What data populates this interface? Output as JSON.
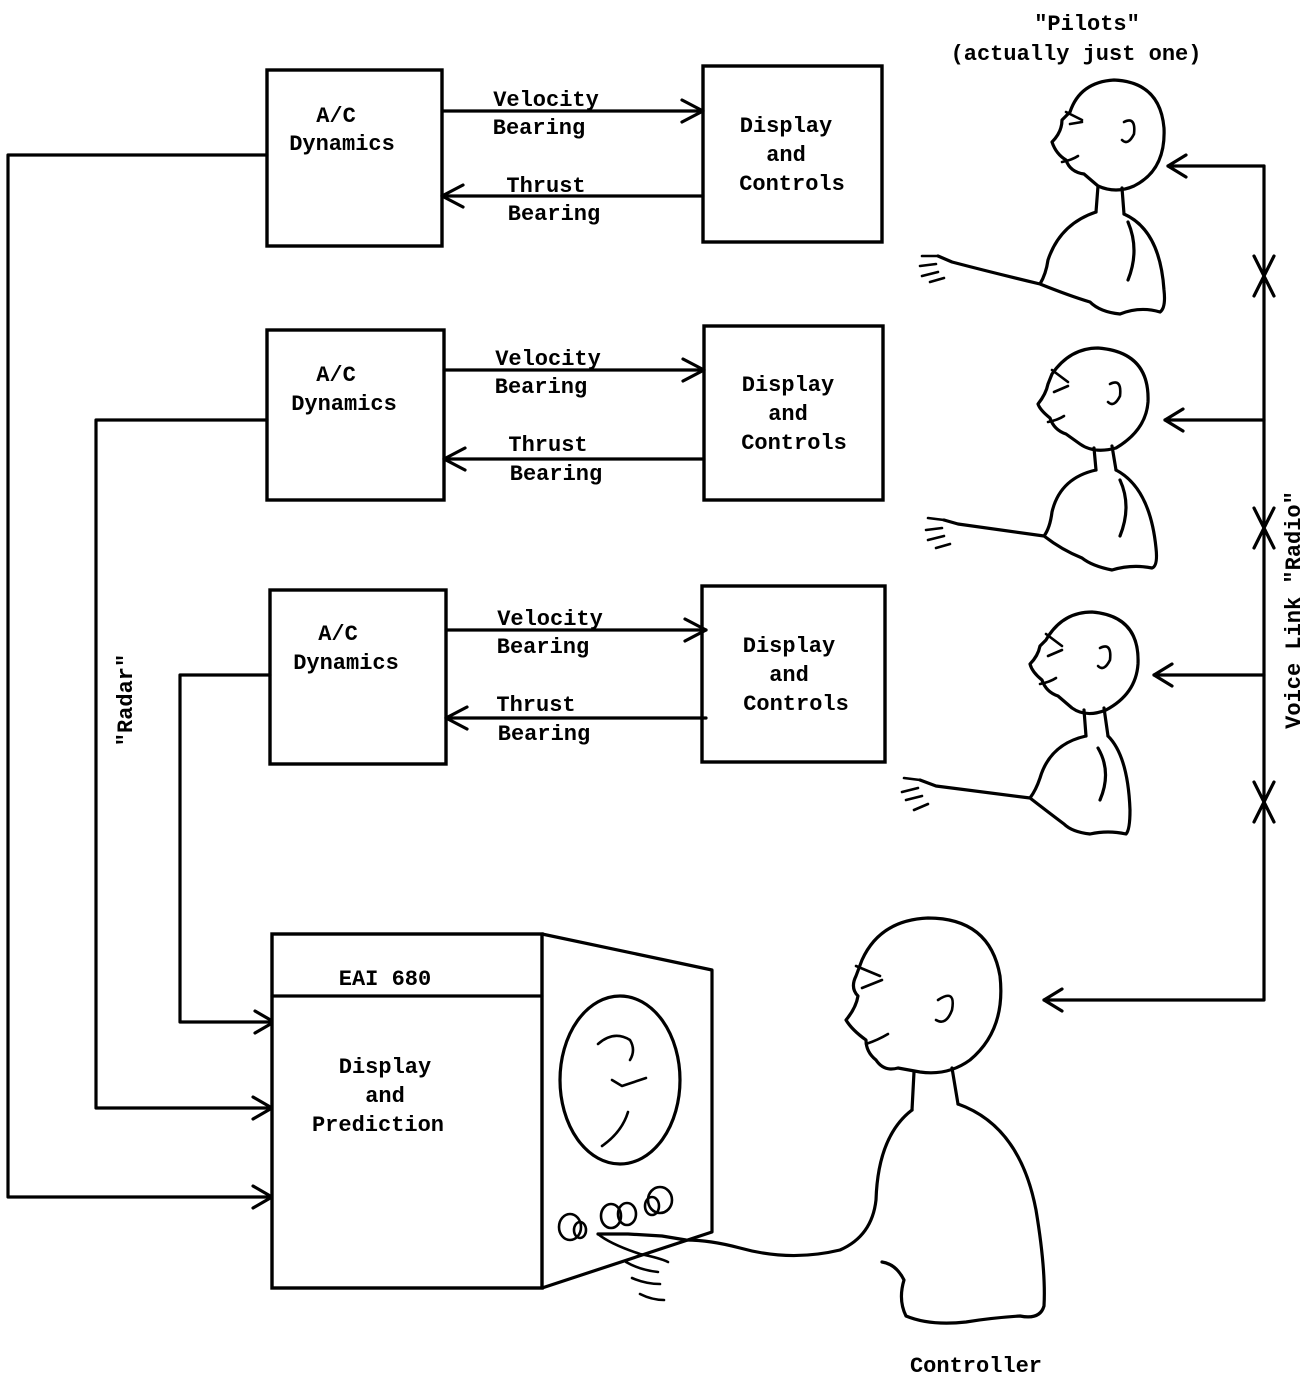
{
  "pilots": {
    "title": "\"Pilots\"",
    "subtitle": "(actually just one)"
  },
  "channels": [
    {
      "dynamics_line1": "A/C",
      "dynamics_line2": "Dynamics",
      "forward_line1": "Velocity",
      "forward_line2": "Bearing",
      "return_line1": "Thrust",
      "return_line2": "Bearing",
      "display_line1": "Display",
      "display_line2": "and",
      "display_line3": "Controls"
    },
    {
      "dynamics_line1": "A/C",
      "dynamics_line2": "Dynamics",
      "forward_line1": "Velocity",
      "forward_line2": "Bearing",
      "return_line1": "Thrust",
      "return_line2": "Bearing",
      "display_line1": "Display",
      "display_line2": "and",
      "display_line3": "Controls"
    },
    {
      "dynamics_line1": "A/C",
      "dynamics_line2": "Dynamics",
      "forward_line1": "Velocity",
      "forward_line2": "Bearing",
      "return_line1": "Thrust",
      "return_line2": "Bearing",
      "display_line1": "Display",
      "display_line2": "and",
      "display_line3": "Controls"
    }
  ],
  "radar_label": "\"Radar\"",
  "voice_link_label": "Voice Link \"Radio\"",
  "computer": {
    "model": "EAI 680",
    "line1": "Display",
    "line2": "and",
    "line3": "Prediction"
  },
  "controller_label": "Controller"
}
